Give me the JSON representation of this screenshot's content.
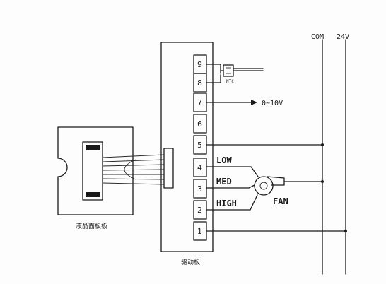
{
  "rails": {
    "com": "COM",
    "v24": "24V"
  },
  "terminals": [
    "9",
    "8",
    "7",
    "6",
    "5",
    "4",
    "3",
    "2",
    "1"
  ],
  "ntc_label": "NTC",
  "analog_label": "0~10V",
  "fan": {
    "low": "LOW",
    "med": "MED",
    "high": "HIGH",
    "fan": "FAN"
  },
  "lcd_board_label": "液晶面板板",
  "driver_board_label": "驱动板"
}
